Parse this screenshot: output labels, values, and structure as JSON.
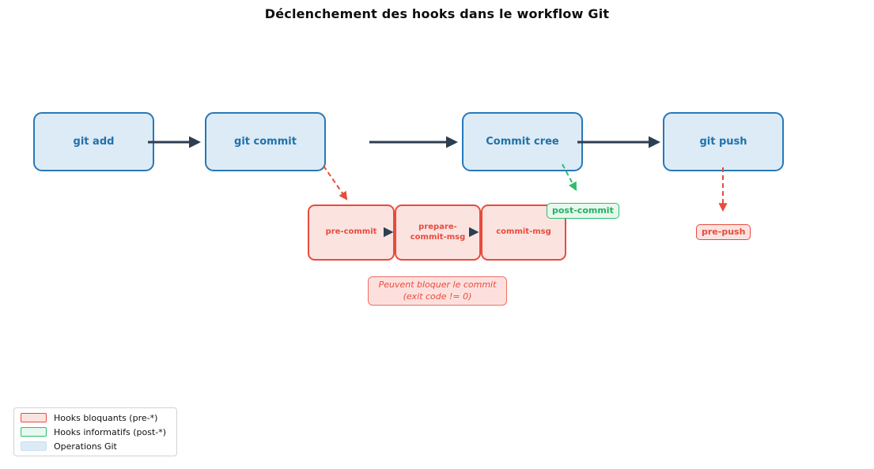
{
  "title": "Déclenchement des hooks dans le workflow Git",
  "flow": {
    "nodes": [
      {
        "id": "git-add",
        "label": "git add"
      },
      {
        "id": "git-commit",
        "label": "git commit"
      },
      {
        "id": "commit-cree",
        "label": "Commit cree"
      },
      {
        "id": "git-push",
        "label": "git push"
      }
    ]
  },
  "hooks": {
    "blocking": [
      {
        "label": "pre-commit"
      },
      {
        "label": "prepare-commit-msg"
      },
      {
        "label": "commit-msg"
      }
    ],
    "post_commit": {
      "label": "post-commit"
    },
    "pre_push": {
      "label": "pre-push"
    }
  },
  "annotation": {
    "line1": "Peuvent bloquer le commit",
    "line2": "(exit code != 0)"
  },
  "legend": {
    "items": [
      {
        "label": "Hooks bloquants (pre-*)"
      },
      {
        "label": "Hooks informatifs (post-*)"
      },
      {
        "label": "Operations Git"
      }
    ]
  },
  "colors": {
    "git_node_fill": "#dcebf5",
    "git_node_border": "#2878b9",
    "git_node_text": "#2071ab",
    "blocking_fill": "#fbe3e0",
    "blocking_border": "#e74c3c",
    "informative_fill": "#e7f8ef",
    "informative_border": "#2ebd6b",
    "informative_text": "#27ae60",
    "flow_arrow": "#2c3e50",
    "title_text": "#0e0e0e"
  }
}
